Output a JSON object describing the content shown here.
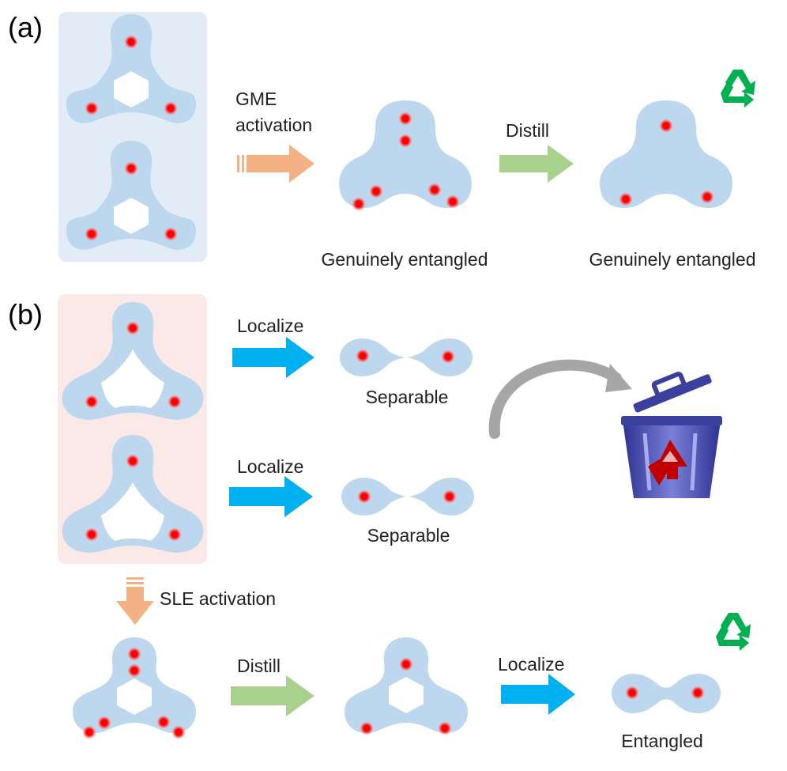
{
  "panel_a": {
    "label": "(a)",
    "activation_label_line1": "GME",
    "activation_label_line2": "activation",
    "distill_label": "Distill",
    "caption_intermediate": "Genuinely entangled",
    "caption_final": "Genuinely entangled",
    "recycle_icon": "recycle-icon"
  },
  "panel_b": {
    "label": "(b)",
    "localize_label_1": "Localize",
    "localize_label_2": "Localize",
    "caption_separable_1": "Separable",
    "caption_separable_2": "Separable",
    "activation_label": "SLE activation",
    "distill_label": "Distill",
    "localize_label_3": "Localize",
    "caption_entangled": "Entangled",
    "trash_icon": "trash-can-icon",
    "recycle_icon": "recycle-icon"
  },
  "colors": {
    "state_fill": "#bdd7ee",
    "particle": "#ff0000",
    "panel_a_background": "#e2ecf7",
    "panel_b_background": "#fbe9e8",
    "activation_arrow": "#f4b183",
    "distill_arrow": "#a9d18e",
    "localize_arrow": "#00b0f0",
    "recycle": "#00b050",
    "trash": "#4a4fb0",
    "discard_arrow": "#a6a6a6"
  }
}
